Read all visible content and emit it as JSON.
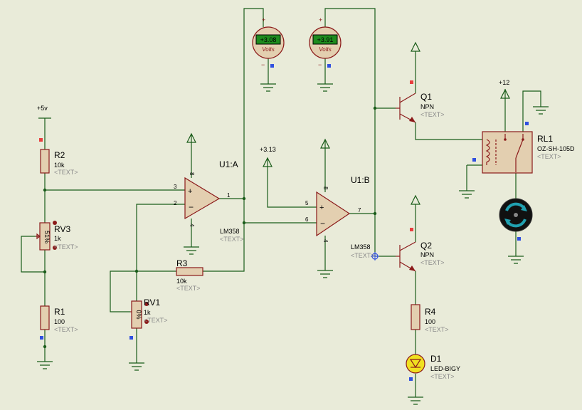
{
  "rails": {
    "vcc5": "+5v",
    "vcc12": "+12",
    "ref313": "+3.13"
  },
  "components": {
    "R1": {
      "ref": "R1",
      "value": "100",
      "tag": "<TEXT>"
    },
    "R2": {
      "ref": "R2",
      "value": "10k",
      "tag": "<TEXT>"
    },
    "R3": {
      "ref": "R3",
      "value": "10k",
      "tag": "<TEXT>"
    },
    "R4": {
      "ref": "R4",
      "value": "100",
      "tag": "<TEXT>"
    },
    "RV1": {
      "ref": "RV1",
      "value": "1k",
      "tag": "<TEXT>",
      "wiper": "0%"
    },
    "RV3": {
      "ref": "RV3",
      "value": "1k",
      "tag": "<TEXT>",
      "wiper": "51%"
    },
    "U1A": {
      "ref": "U1:A",
      "value": "LM358",
      "tag": "<TEXT>"
    },
    "U1B": {
      "ref": "U1:B",
      "value": "LM358",
      "tag": "<TEXT>"
    },
    "Q1": {
      "ref": "Q1",
      "value": "NPN",
      "tag": "<TEXT>"
    },
    "Q2": {
      "ref": "Q2",
      "value": "NPN",
      "tag": "<TEXT>"
    },
    "D1": {
      "ref": "D1",
      "value": "LED-BIGY",
      "tag": "<TEXT>"
    },
    "RL1": {
      "ref": "RL1",
      "value": "OZ-SH-105D",
      "tag": "<TEXT>"
    }
  },
  "voltmeters": [
    {
      "reading": "+3.08",
      "unit": "Volts"
    },
    {
      "reading": "+3.91",
      "unit": "Volts"
    }
  ],
  "pins": {
    "p1": "1",
    "p2": "2",
    "p3": "3",
    "p4": "4",
    "p5": "5",
    "p6": "6",
    "p7": "7",
    "p8": "8"
  },
  "colors": {
    "wire": "#1a5c1a",
    "component": "#8b1a1a",
    "background": "#e9ebd9",
    "meter_display": "#1e8c1e",
    "probe_red": "#e84040",
    "probe_blue": "#3050e0",
    "led_fill": "#f0e020"
  }
}
